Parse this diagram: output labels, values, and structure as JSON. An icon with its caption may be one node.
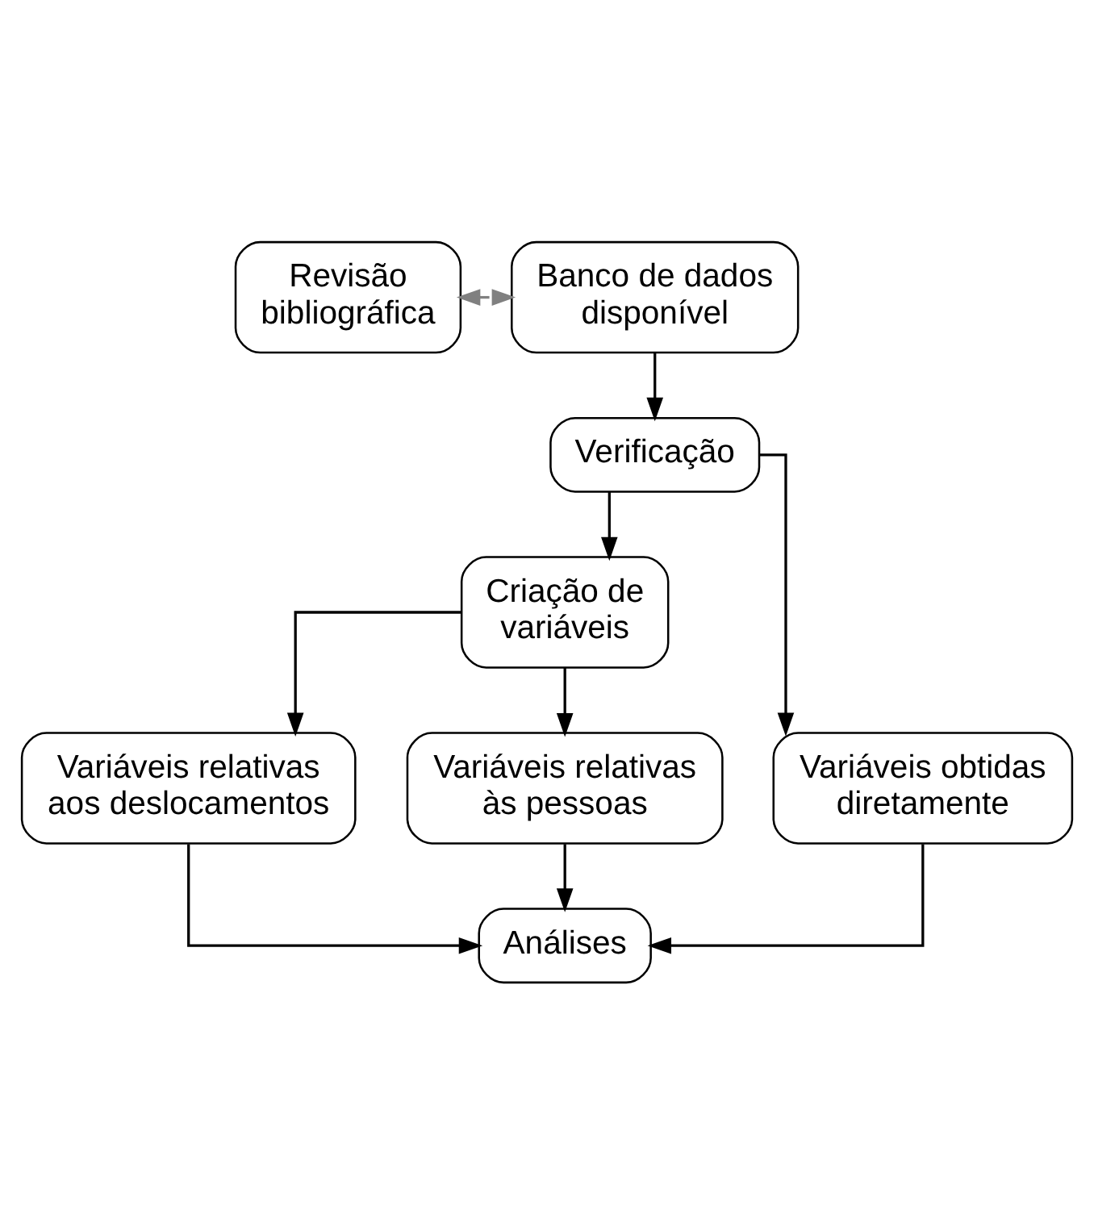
{
  "diagram": {
    "nodes": [
      {
        "text": [
          "Revisão bibliográfica"
        ]
      },
      {
        "text": [
          "Banco de dados disponível"
        ]
      },
      {
        "text": [
          "Verificação"
        ]
      },
      {
        "text": [
          "Criação de variáveis"
        ]
      },
      {
        "text": [
          "Variáveis relativas aos deslocamentos"
        ]
      },
      {
        "text": [
          "Variáveis relativas às pessoas"
        ]
      },
      {
        "text": [
          "Variáveis obtidas diretamente"
        ]
      },
      {
        "text": [
          "Análises"
        ]
      }
    ],
    "edges": [
      {
        "from": 0,
        "to": 1,
        "arrow": "both",
        "style": "dashed",
        "color": "#808080"
      },
      {
        "from": 1,
        "to": 2,
        "arrow": "to"
      },
      {
        "from": 2,
        "to": 3,
        "arrow": "to"
      },
      {
        "from": 2,
        "to": 6,
        "arrow": "to"
      },
      {
        "from": 3,
        "to": 4,
        "arrow": "to"
      },
      {
        "from": 3,
        "to": 5,
        "arrow": "to"
      },
      {
        "from": 4,
        "to": 7,
        "arrow": "to"
      },
      {
        "from": 5,
        "to": 7,
        "arrow": "to"
      },
      {
        "from": 6,
        "to": 7,
        "arrow": "to"
      }
    ]
  }
}
